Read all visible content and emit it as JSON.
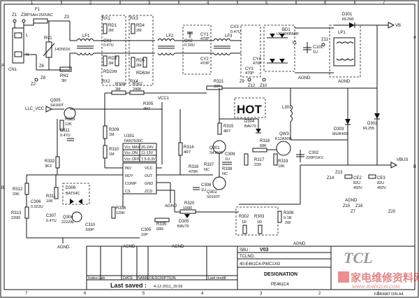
{
  "sheet": {
    "border_cols_top": [
      "1",
      "2",
      "3",
      "4",
      "5",
      "6",
      "7"
    ],
    "border_cols_bottom": [
      "7",
      "6",
      "5",
      "4",
      "3",
      "2",
      "1"
    ],
    "border_rows_left": [
      "A",
      "B"
    ],
    "border_rows_right": [
      "A",
      "B"
    ]
  },
  "nets": {
    "vb": "VB",
    "vbus": "VBUS",
    "llc_vcc": "LLC_VCC",
    "vcc1": "VCC1",
    "agnd": "AGND",
    "hot": "HOT"
  },
  "components": {
    "z1": "Z1",
    "z2": "Z2",
    "z3": "Z3",
    "z6": "Z6",
    "z7": "Z7",
    "z8": "Z8",
    "z9": "Z9",
    "z10": "Z10",
    "z11": "Z11",
    "z12": "Z12",
    "z13": "Z13",
    "z14": "Z14",
    "z15": "Z15",
    "z16": "Z16",
    "z20": "Z20",
    "z36": "Z36",
    "f1": "F1",
    "f1_val": "T5AH 250VAC",
    "cn1": "CN1",
    "l_label": "L",
    "n_label": "N",
    "rv1": "RV1",
    "rv1_val": "14D561K",
    "rn1": "RN1",
    "rn1_val": "3R",
    "lf1": "LF1",
    "lf2": "LF2",
    "lf3": "LF3",
    "rx1": "RX1",
    "rx2": "RX2",
    "rx3": "RX3",
    "rx4": "RX4",
    "rd1": "RD1",
    "rd2": "RD2",
    "rd3": "RD3",
    "rd4": "RD4",
    "rd5": "RD5",
    "rd6": "RD6",
    "r2m": "2M",
    "cx1": "CX1",
    "cx1_val": "0.47U",
    "cx2": "CX2",
    "cx2_val": "0.33U",
    "cx3": "CX3",
    "cx3_val": "0.47U",
    "cy1": "CY1",
    "cy2": "CY2",
    "cy3": "CY3",
    "cy4": "CY4",
    "cy_val": "470P",
    "bd1": "BD1",
    "bd1_val": "UG15KB60R",
    "y1": "Y1",
    "c101": "C101",
    "c101_val": "1U",
    "d301": "D301",
    "d301_val": "RL258",
    "lp1": "LP1",
    "l301": "L301",
    "d302": "D302",
    "d302_val": "RL255",
    "d303": "D303",
    "d303_val": "MUR460",
    "q303": "QW3",
    "q303_val": "K12A50D",
    "r308": "R308",
    "r308_val": "2M",
    "r307": "R307",
    "r307_val": "240K",
    "r321": "R321",
    "r321_val": "33K",
    "r305": "R305",
    "r305_val": "4R7",
    "q305": "Q305",
    "q305_val": "S4160T",
    "r333": "R333",
    "r333_val": "12K",
    "c311": "C311",
    "c311_val": "0.47U",
    "r332": "R332",
    "r332_val": "3K3",
    "r309": "R309",
    "r309_val": "1M",
    "r310": "R310",
    "r310_val": "1M",
    "u301": "U301",
    "u301_val": "FAN7930C",
    "vcc_max": "Vcc MAX",
    "vcc_max_v": "20-24V",
    "vcc_on": "Vcc ON",
    "vcc_on_v": "11-13V",
    "vcc_off": "Vcc OFF",
    "vcc_off_v": "7.5-9.3V",
    "pin_inv": "INV",
    "pin_vcc": "VCC",
    "pin_rdy": "RDY",
    "pin_out": "OUT",
    "pin_comp": "COMP",
    "pin_gnd": "GND",
    "pin_cs": "CS",
    "pin_zcd": "ZCD",
    "r314": "R314",
    "r314_val": "4R7",
    "r315": "R315",
    "r315_val": "4R7",
    "q301": "Q301",
    "q301_val": "S4160T",
    "d304": "D304",
    "d304_val": "BAV70",
    "r318": "R318",
    "r318_val": "68K",
    "r317": "R317",
    "r317_val": "22R",
    "c309": "C309",
    "c309_val": "1U",
    "r319": "R319",
    "r319_val": "10K",
    "c302": "C302",
    "c302_val": "220P/1KV",
    "r316": "R316",
    "r316_val": "470R",
    "r337": "R337",
    "r337_val": "NC",
    "r338": "R338",
    "r338_val": "NC",
    "c308": "C308",
    "c308_val": "1U",
    "q302": "Q302",
    "q302_val": "S5160T",
    "r312": "R312",
    "r312_val": "20K",
    "r313": "R313",
    "r313_val": "220R",
    "c306": "C306",
    "c306_val": "0.022U",
    "r311": "R311",
    "r311_val": "10K",
    "c307": "C307",
    "c307_val": "0.47U",
    "d306": "D306",
    "d306_val": "BAT54C",
    "q304": "Q304",
    "q304_val": "2222AL",
    "c310": "C310",
    "c310_val": "330P",
    "r336": "R336",
    "r336_val": "120K",
    "r335": "R335",
    "r335_val": "68R",
    "c305": "C305",
    "c305_val": "10P",
    "r320": "R320",
    "r320_val": "100R",
    "d305": "D305",
    "d305_val": "BAV70",
    "r302": "R302",
    "r302_val": "1R",
    "r303": "R303",
    "r303_val": "1R",
    "r306": "R306",
    "r306_val": "0.1R",
    "r306_val2": "2W",
    "ce2": "CE2",
    "ce2_val": "82U",
    "ce2_v": "450V",
    "ce3": "CE3",
    "ce3_val": "82U",
    "ce3_v": "450V"
  },
  "title_block": {
    "sbu_label": "SBU :",
    "sbu_value": "V03",
    "tclno_label": "TCLNO.",
    "tclno_value": "40-E461C4-PWC1XG",
    "designation_label": "DESIGNATION",
    "designation_value": "PE461C4",
    "brand": "TCL",
    "col_index": "Index-Lab",
    "col_date": "DATE",
    "col_name": "NAME",
    "col_desc": "DESCRIPTION",
    "col_last": "Last modif",
    "last_saved_label": "Last saved :",
    "last_saved_value": "4-12-2011_15:59",
    "format": "FORMAT DIN A4"
  },
  "watermark": {
    "cn": "家电维修资料网",
    "url": "WWW.JDWXZLW.COM"
  }
}
